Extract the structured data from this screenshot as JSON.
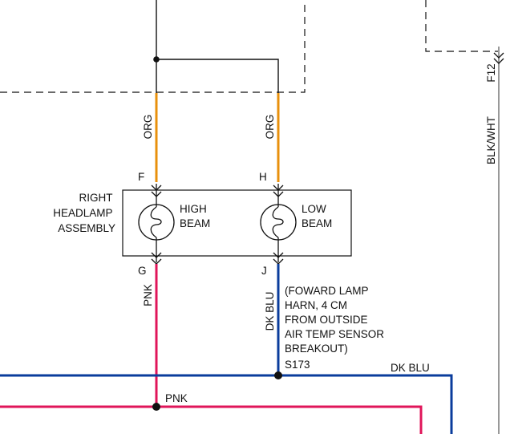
{
  "assembly": {
    "name_lines": [
      "RIGHT",
      "HEADLAMP",
      "ASSEMBLY"
    ],
    "high_beam_lines": [
      "HIGH",
      "BEAM"
    ],
    "low_beam_lines": [
      "LOW",
      "BEAM"
    ]
  },
  "pins": {
    "f": "F",
    "h": "H",
    "g": "G",
    "j": "J",
    "f12": "F12"
  },
  "wires": {
    "org_left": "ORG",
    "org_right": "ORG",
    "pnk_vertical": "PNK",
    "pnk_horizontal": "PNK",
    "dkblu_vertical": "DK BLU",
    "dkblu_horizontal": "DK BLU",
    "blkwht": "BLK/WHT"
  },
  "splice": {
    "id": "S173",
    "note_lines": [
      "(FOWARD LAMP",
      "HARN, 4 CM",
      "FROM OUTSIDE",
      "AIR TEMP SENSOR",
      "BREAKOUT)"
    ]
  },
  "colors": {
    "orange": "#E8900C",
    "pink": "#E0155A",
    "blue": "#0A3C9C",
    "black": "#111111",
    "gray": "#999999"
  }
}
